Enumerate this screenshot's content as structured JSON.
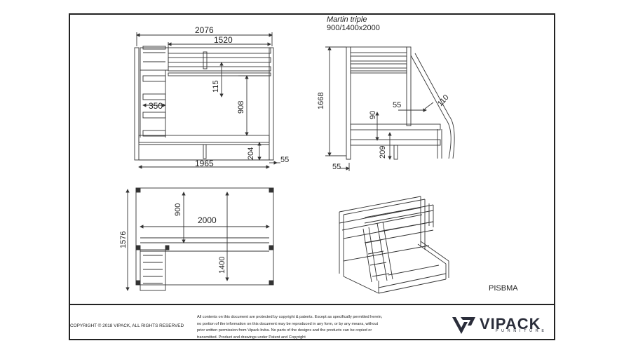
{
  "sheet": {
    "model_name": "Martin triple",
    "model_size": "900/1400x2000",
    "product_code": "PISBMA"
  },
  "dimensions": {
    "front": {
      "overall_width": "2076",
      "rail_width": "1520",
      "guard_gap": "115",
      "ladder_width": "350",
      "bunk_height": "908",
      "base_width": "1965",
      "bottom_clearance": "204",
      "foot_offset": "55"
    },
    "side": {
      "total_height": "1668",
      "ladder_angle": "110",
      "post_offset": "55",
      "rail_gap": "90",
      "lower_clearance": "209",
      "base_offset": "55"
    },
    "plan": {
      "total_depth": "1576",
      "top_width": "900",
      "length": "2000",
      "bottom_width": "1400"
    }
  },
  "footer": {
    "copyright": "COPYRIGHT © 2018 VIPACK, ALL RIGHTS RESERVED",
    "legal": [
      "All contents on this document are protected by copyright & patents. Except as specifically permitted herein,",
      "no portion of the information on this document may be reproduced in any form, or by any means, without",
      "prior written permission from Vipack bvba. No parts of the designs and the products can be copied or",
      "transmitted. Product and drawings under Patent and Copyright"
    ],
    "brand": "VIPACK",
    "brand_sub": "FURNITURE"
  },
  "colors": {
    "line": "#333333",
    "brand": "#2a2d3a"
  }
}
